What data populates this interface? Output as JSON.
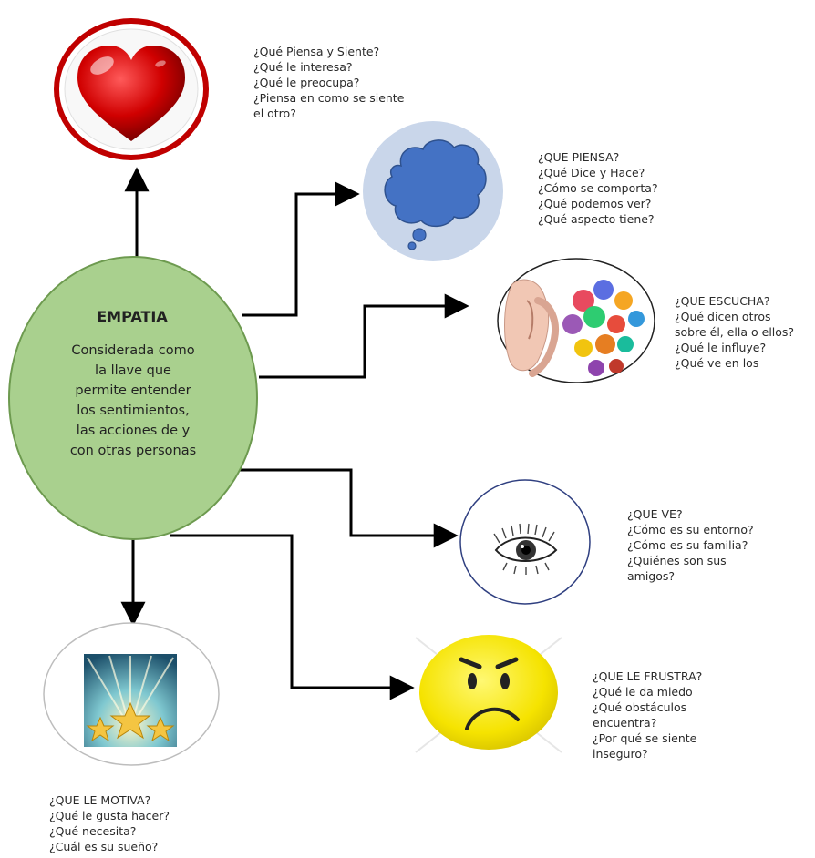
{
  "center": {
    "title": "EMPATIA",
    "lines": [
      "Considerada como",
      "la llave que",
      "permite entender",
      "los sentimientos,",
      "las acciones de y",
      "con otras personas"
    ]
  },
  "nodes": {
    "siente": {
      "icon": "heart-icon",
      "lines": [
        "¿Qué Piensa y Siente?",
        "¿Qué le interesa?",
        "¿Qué le preocupa?",
        "¿Piensa en como se siente",
        "el otro?"
      ]
    },
    "piensa": {
      "icon": "thought-bubble-icon",
      "lines": [
        "¿QUE PIENSA?",
        "¿Qué Dice y Hace?",
        "¿Cómo se comporta?",
        "¿Qué podemos ver?",
        "¿Qué aspecto tiene?"
      ]
    },
    "escucha": {
      "icon": "ear-listening-icon",
      "lines": [
        "¿QUE ESCUCHA?",
        "¿Qué dicen otros",
        "sobre él, ella o ellos?",
        "¿Qué le influye?",
        "¿Qué ve en los"
      ]
    },
    "ve": {
      "icon": "eye-icon",
      "lines": [
        "¿QUE VE?",
        "¿Cómo es su entorno?",
        "¿Cómo es su familia?",
        "¿Quiénes son sus",
        "amigos?"
      ]
    },
    "frustra": {
      "icon": "frowning-face-icon",
      "lines": [
        "¿QUE LE FRUSTRA?",
        "¿Qué le da miedo",
        "¿Qué obstáculos",
        "encuentra?",
        "¿Por qué se siente",
        "inseguro?"
      ]
    },
    "motiva": {
      "icon": "stars-icon",
      "lines": [
        "¿QUE LE MOTIVA?",
        "¿Qué le gusta hacer?",
        "¿Qué necesita?",
        "¿Cuál es su sueño?"
      ]
    }
  },
  "colors": {
    "center_fill": "#a9d08e",
    "center_stroke": "#6d9a4f",
    "bubble_blue": "#4472c4",
    "bubble_bg": "#c9d6ea",
    "heart_ring": "#c00000",
    "smiley": "#f2e500"
  }
}
